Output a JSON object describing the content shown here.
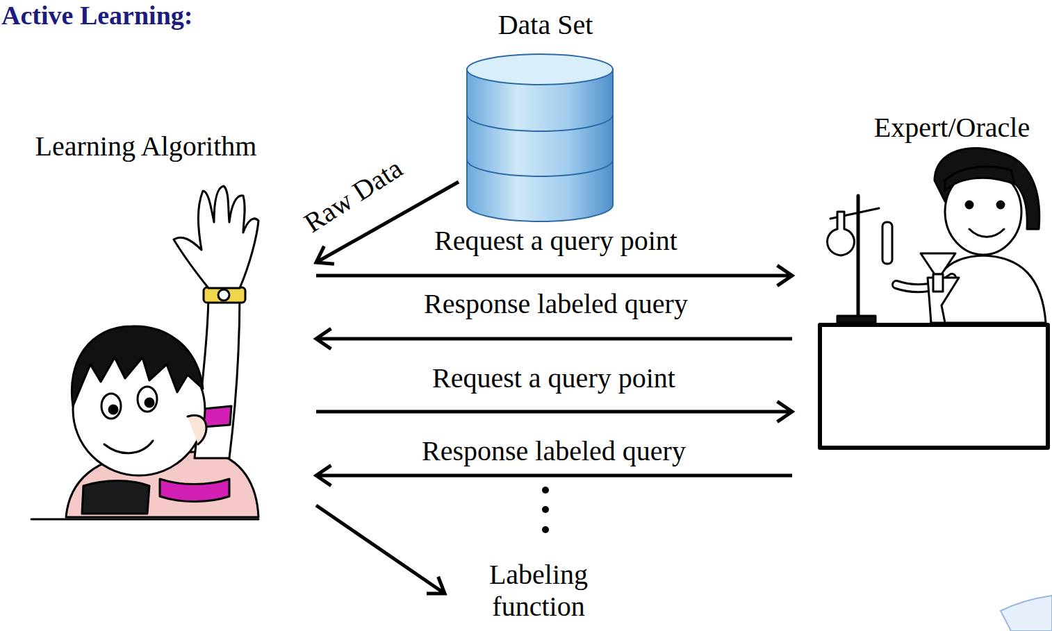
{
  "diagram": {
    "title": "Active Learning:",
    "nodes": [
      {
        "text": [
          "Data Set"
        ]
      },
      {
        "text": [
          "Learning Algorithm"
        ]
      },
      {
        "text": [
          "Expert/Oracle"
        ]
      },
      {
        "text": [
          "Labeling function"
        ]
      }
    ],
    "edges": [
      {
        "from": 0,
        "to": 1,
        "label": "Raw Data",
        "arrow": "to"
      },
      {
        "from": 1,
        "to": 2,
        "label": "Request a query point",
        "arrow": "to"
      },
      {
        "from": 2,
        "to": 1,
        "label": "Response labeled query",
        "arrow": "to"
      },
      {
        "from": 1,
        "to": 2,
        "label": "Request a query point",
        "arrow": "to"
      },
      {
        "from": 2,
        "to": 1,
        "label": "Response labeled query",
        "arrow": "to"
      },
      {
        "from": 1,
        "to": 3,
        "arrow": "to"
      }
    ]
  }
}
